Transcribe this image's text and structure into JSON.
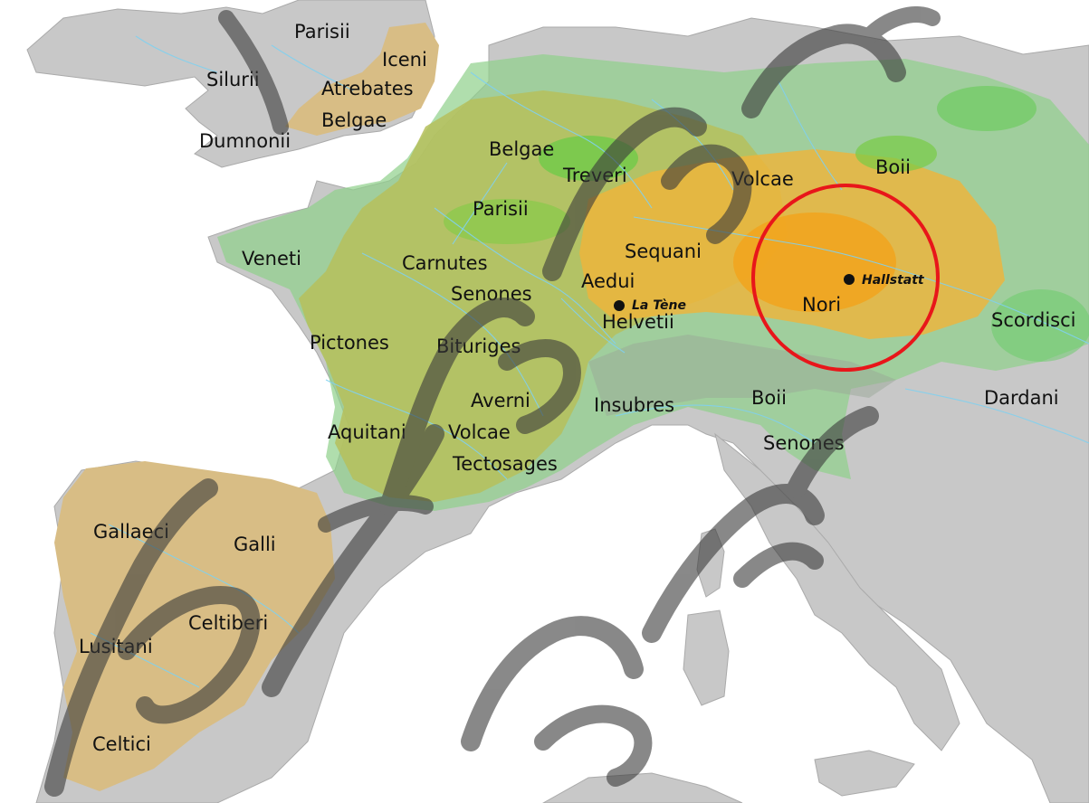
{
  "tribes": [
    {
      "id": "parisii-britain",
      "text": "Parisii"
    },
    {
      "id": "iceni",
      "text": "Iceni"
    },
    {
      "id": "silurii",
      "text": "Silurii"
    },
    {
      "id": "atrebates",
      "text": "Atrebates"
    },
    {
      "id": "belgae-britain",
      "text": "Belgae"
    },
    {
      "id": "dumnonii",
      "text": "Dumnonii"
    },
    {
      "id": "belgae-gaul",
      "text": "Belgae"
    },
    {
      "id": "treveri",
      "text": "Treveri"
    },
    {
      "id": "volcae-north",
      "text": "Volcae"
    },
    {
      "id": "boii-north",
      "text": "Boii"
    },
    {
      "id": "parisii-gaul",
      "text": "Parisii"
    },
    {
      "id": "veneti",
      "text": "Veneti"
    },
    {
      "id": "sequani",
      "text": "Sequani"
    },
    {
      "id": "carnutes",
      "text": "Carnutes"
    },
    {
      "id": "aedui",
      "text": "Aedui"
    },
    {
      "id": "senones-gaul",
      "text": "Senones"
    },
    {
      "id": "helvetii",
      "text": "Helvetii"
    },
    {
      "id": "nori",
      "text": "Nori"
    },
    {
      "id": "scordisci",
      "text": "Scordisci"
    },
    {
      "id": "pictones",
      "text": "Pictones"
    },
    {
      "id": "bituriges",
      "text": "Bituriges"
    },
    {
      "id": "averni",
      "text": "Averni"
    },
    {
      "id": "insubres",
      "text": "Insubres"
    },
    {
      "id": "boii-italy",
      "text": "Boii"
    },
    {
      "id": "dardani",
      "text": "Dardani"
    },
    {
      "id": "aquitani",
      "text": "Aquitani"
    },
    {
      "id": "volcae-south",
      "text": "Volcae"
    },
    {
      "id": "senones-italy",
      "text": "Senones"
    },
    {
      "id": "tectosages",
      "text": "Tectosages"
    },
    {
      "id": "gallaeci",
      "text": "Gallaeci"
    },
    {
      "id": "galli",
      "text": "Galli"
    },
    {
      "id": "celtiberi",
      "text": "Celtiberi"
    },
    {
      "id": "lusitani",
      "text": "Lusitani"
    },
    {
      "id": "celtici",
      "text": "Celtici"
    }
  ],
  "sites": [
    {
      "id": "la-tene",
      "text": "La Tène"
    },
    {
      "id": "hallstatt",
      "text": "Hallstatt"
    }
  ],
  "colors": {
    "sea": "#ffffff",
    "land": "#c9c9c9",
    "celtic_iberia_britain": "#d8bd85",
    "la_tene_area": "#b9c36a",
    "expansion_green": "#8fd08a",
    "core_orange": "#f0b43a",
    "hallstatt_circle": "#e8161a",
    "rivers": "#7fd0f0"
  }
}
